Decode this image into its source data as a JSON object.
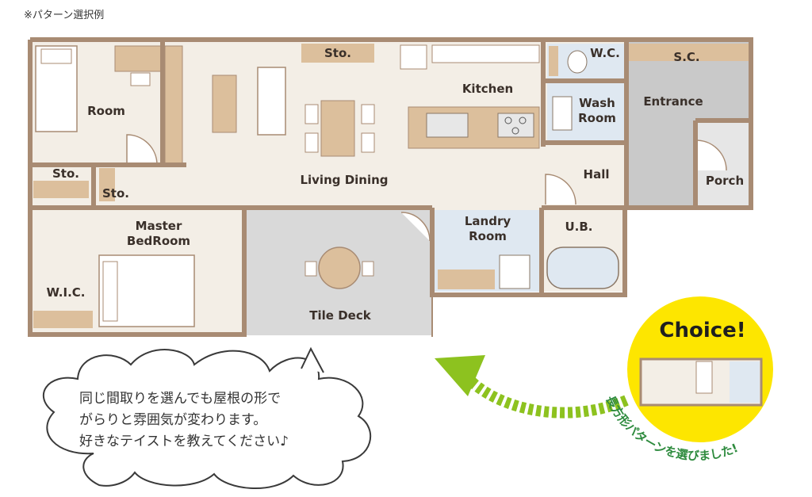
{
  "header_note": "※パターン選択例",
  "rooms": {
    "room": "Room",
    "sto_top": "Sto.",
    "kitchen": "Kitchen",
    "wc": "W.C.",
    "sc": "S.C.",
    "wash_line1": "Wash",
    "wash_line2": "Room",
    "entrance": "Entrance",
    "sto_left": "Sto.",
    "sto_small": "Sto.",
    "living_dining": "Living Dining",
    "hall": "Hall",
    "porch": "Porch",
    "master_line1": "Master",
    "master_line2": "BedRoom",
    "laundry_line1": "Landry",
    "laundry_line2": "Room",
    "ub": "U.B.",
    "wic": "W.I.C.",
    "tile_deck": "Tile Deck"
  },
  "bubble": {
    "line1": "同じ間取りを選んでも屋根の形で",
    "line2": "がらりと雰囲気が変わります。",
    "line3": "好きなテイストを教えてください♪"
  },
  "choice": {
    "title": "Choice!",
    "caption": "長方形パターンを選びました!"
  },
  "colors": {
    "wall": "#a88b73",
    "floor": "#f3eee6",
    "wood": "#dcbf9c",
    "tile": "#d9d9d9",
    "wet": "#dfe8f1",
    "entrance_floor": "#c9c9c9",
    "yellow": "#fde600",
    "arrow": "#8dc21f",
    "caption": "#2e8b3e"
  }
}
